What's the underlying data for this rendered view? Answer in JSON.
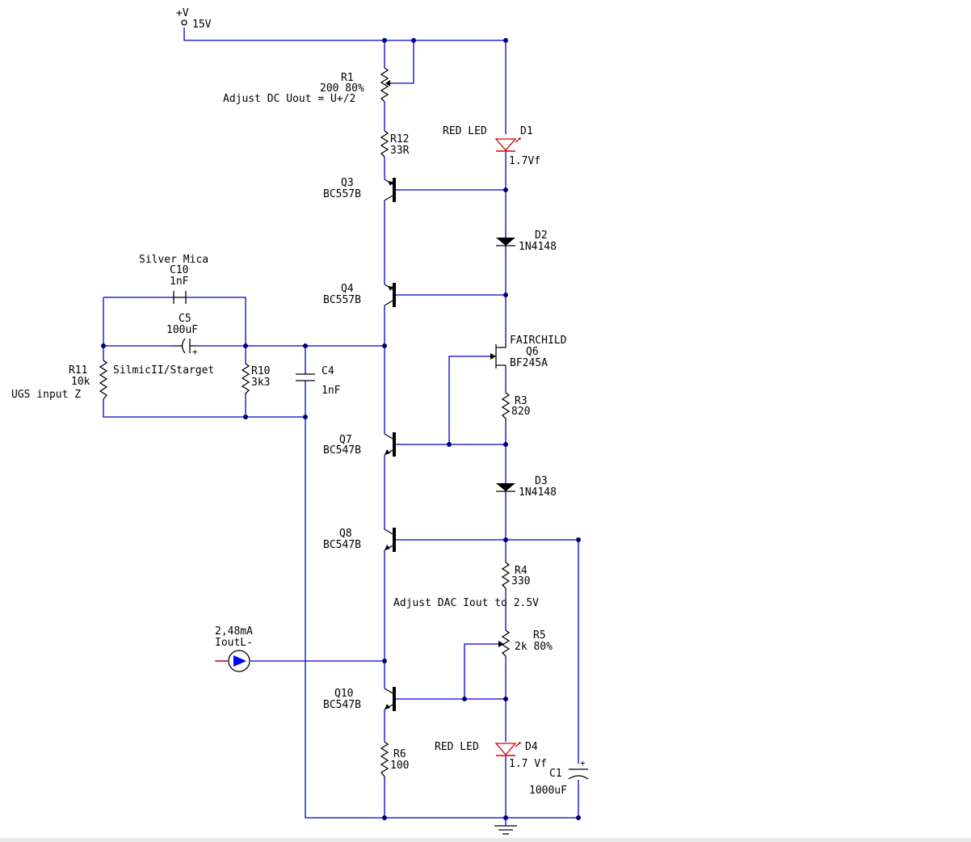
{
  "supply": {
    "rail_symbol": "+V",
    "voltage": "15V"
  },
  "r1": {
    "ref": "R1",
    "value": "200 80%",
    "note": "Adjust DC Uout = U+/2"
  },
  "r12": {
    "ref": "R12",
    "value": "33R"
  },
  "d1": {
    "ref": "D1",
    "value": "1.7Vf",
    "note": "RED LED"
  },
  "q3": {
    "ref": "Q3",
    "value": "BC557B"
  },
  "d2": {
    "ref": "D2",
    "value": "1N4148"
  },
  "q4": {
    "ref": "Q4",
    "value": "BC557B"
  },
  "c10": {
    "ref": "C10",
    "value": "1nF",
    "note": "Silver Mica"
  },
  "c5": {
    "ref": "C5",
    "value": "100uF",
    "note": "SilmicII/Starget"
  },
  "r11": {
    "ref": "R11",
    "value": "10k",
    "note": "UGS input Z"
  },
  "r10": {
    "ref": "R10",
    "value": "3k3"
  },
  "c4": {
    "ref": "C4",
    "value": "1nF"
  },
  "q6": {
    "ref": "Q6",
    "value": "BF245A",
    "maker": "FAIRCHILD"
  },
  "r3": {
    "ref": "R3",
    "value": "820"
  },
  "q7": {
    "ref": "Q7",
    "value": "BC547B"
  },
  "d3": {
    "ref": "D3",
    "value": "1N4148"
  },
  "q8": {
    "ref": "Q8",
    "value": "BC547B"
  },
  "r4": {
    "ref": "R4",
    "value": "330",
    "note": "Adjust DAC Iout to 2.5V"
  },
  "r5": {
    "ref": "R5",
    "value": "2k 80%"
  },
  "isrc": {
    "value": "2,48mA",
    "name": "IoutL-"
  },
  "q10": {
    "ref": "Q10",
    "value": "BC547B"
  },
  "d4": {
    "ref": "D4",
    "value": "1.7 Vf",
    "note": "RED LED"
  },
  "r6": {
    "ref": "R6",
    "value": "100"
  },
  "c1": {
    "ref": "C1",
    "value": "1000uF"
  },
  "colors": {
    "wire": "#0000c8",
    "led": "#d00000",
    "source": "#0000ff",
    "node": "#000080"
  }
}
